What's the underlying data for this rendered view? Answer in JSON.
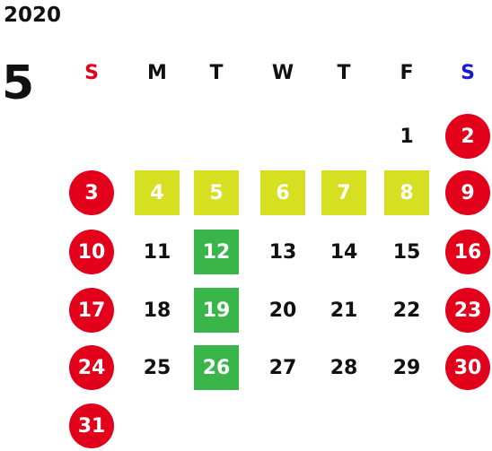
{
  "calendar": {
    "year": "2020",
    "month": "5",
    "weekdays": [
      "S",
      "M",
      "T",
      "W",
      "T",
      "F",
      "S"
    ],
    "weekday_colors": [
      "#e2001a",
      "#111111",
      "#111111",
      "#111111",
      "#111111",
      "#111111",
      "#1a1ad6"
    ],
    "first_weekday_index": 5,
    "days_in_month": 31,
    "colors": {
      "holiday_red": "#e2001a",
      "yellow_green": "#d6df22",
      "green": "#3ab54a",
      "text": "#111111",
      "on_color_text": "#ffffff"
    },
    "red_circle_days": [
      2,
      3,
      9,
      10,
      16,
      17,
      23,
      24,
      30,
      31
    ],
    "yellow_square_days": [
      4,
      5,
      6,
      7,
      8
    ],
    "green_square_days": [
      12,
      19,
      26
    ]
  }
}
